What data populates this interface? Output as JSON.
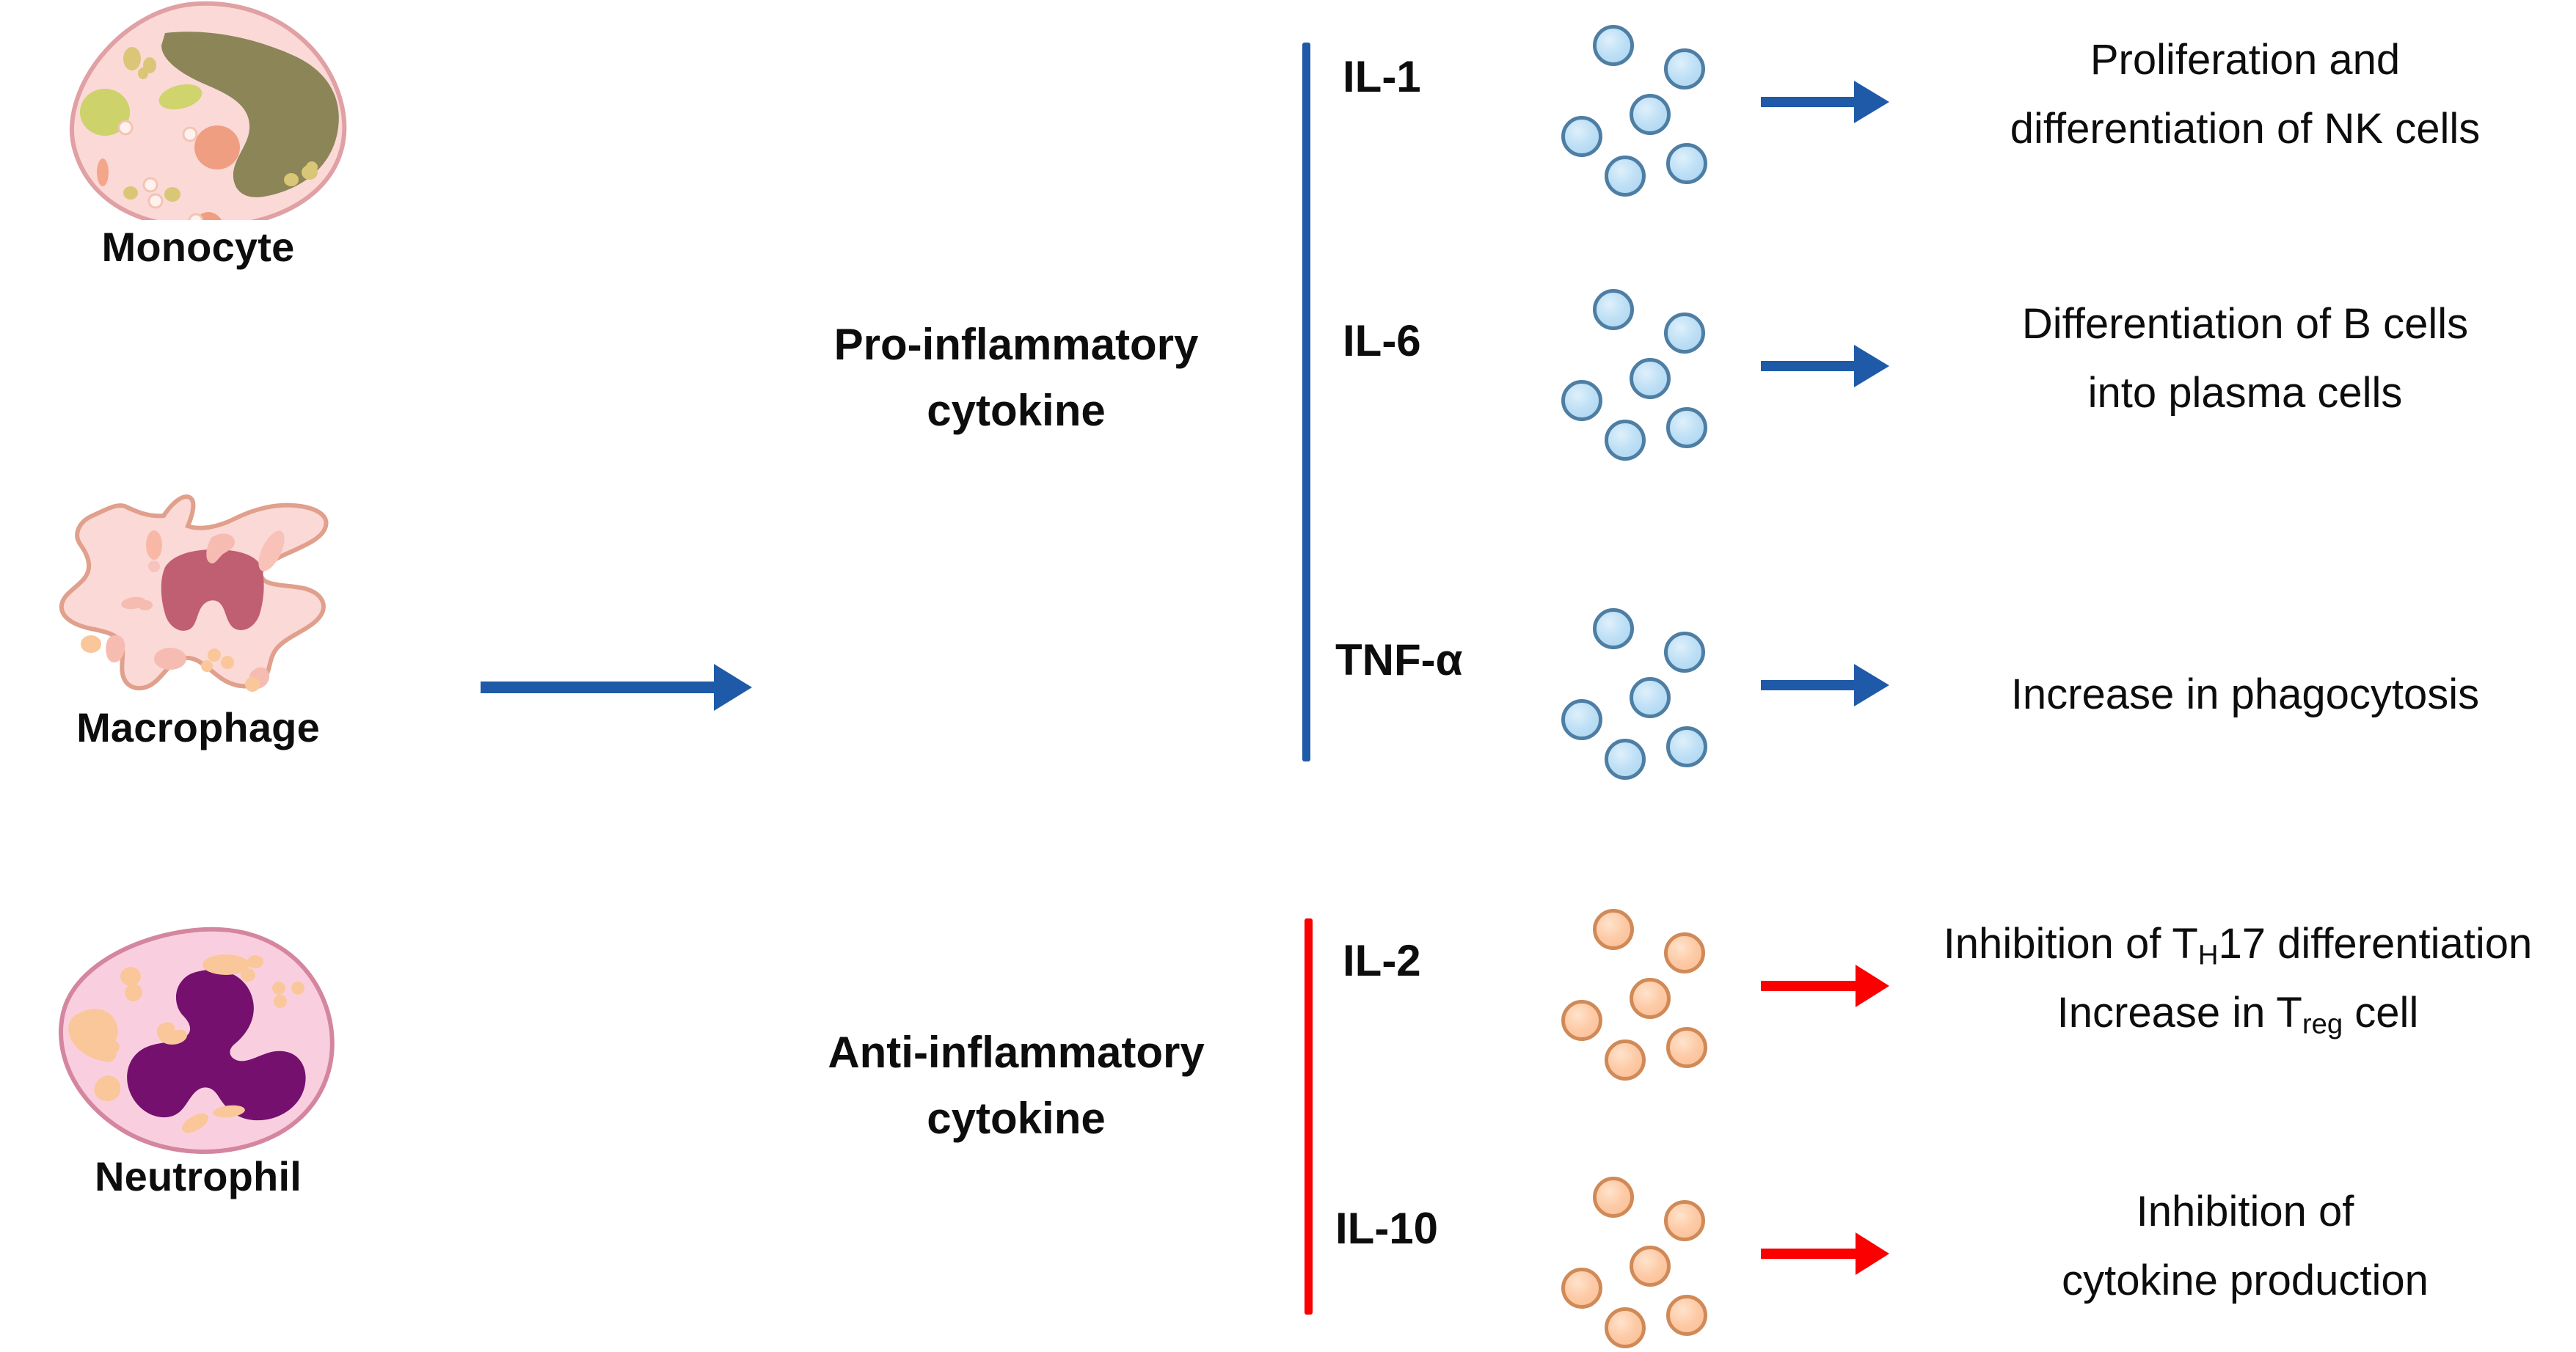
{
  "cells": [
    {
      "id": "monocyte",
      "label": "Monocyte",
      "icon": "monocyte-cell-icon"
    },
    {
      "id": "macrophage",
      "label": "Macrophage",
      "icon": "macrophage-cell-icon"
    },
    {
      "id": "neutrophil",
      "label": "Neutrophil",
      "icon": "neutrophil-cell-icon"
    }
  ],
  "main_arrow": {
    "icon": "right-arrow-icon",
    "color": "#1f5aa8"
  },
  "groups": [
    {
      "id": "pro-inflammatory",
      "label": "Pro-inflammatory\ncytokine",
      "bar_color": "#1f5aa8",
      "arrow_color": "#1f5aa8",
      "dot_color": "#bfe0f6",
      "dot_border": "#4e7ea3",
      "dot_count": 6,
      "rows": [
        {
          "id": "il-1",
          "name": "IL-1",
          "effect": "Proliferation and\ndifferentiation of NK cells"
        },
        {
          "id": "il-6",
          "name": "IL-6",
          "effect": "Differentiation of B cells\ninto plasma cells"
        },
        {
          "id": "tnf-a",
          "name": "TNF-α",
          "effect": "Increase in phagocytosis"
        }
      ]
    },
    {
      "id": "anti-inflammatory",
      "label": "Anti-inflammatory\ncytokine",
      "bar_color": "#fa0000",
      "arrow_color": "#fa0000",
      "dot_color": "#fdcaa6",
      "dot_border": "#d08a58",
      "dot_count": 6,
      "rows": [
        {
          "id": "il-2",
          "name": "IL-2",
          "effect_html": "Inhibition of T<sub>H</sub>17 differentiation\nIncrease in T<sub>reg</sub> cell"
        },
        {
          "id": "il-10",
          "name": "IL-10",
          "effect": "Inhibition of\ncytokine production"
        }
      ]
    }
  ],
  "colors": {
    "blue": "#1f5aa8",
    "red": "#fa0000",
    "text": "#0d0d0d",
    "cell_membrane_pink": "#fbd9d7",
    "cell_outline_pink": "#e8a6a6",
    "monocyte_nucleus": "#8b8558",
    "macrophage_nucleus": "#c05f72",
    "neutrophil_nucleus": "#76106e",
    "neutrophil_body": "#f9cfe0",
    "granule_orange": "#fac79a",
    "granule_yellow": "#d4d06a"
  }
}
